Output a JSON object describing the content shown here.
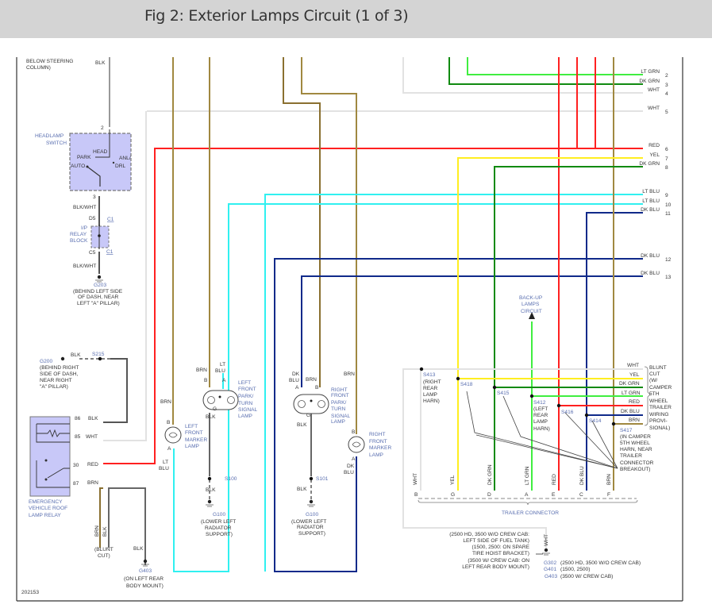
{
  "header": {
    "title": "Fig 2: Exterior Lamps Circuit (1 of 3)"
  },
  "diagram_id": "202153",
  "colors": {
    "BLK": "#555555",
    "WHT": "#e0e0e0",
    "RED": "#ff2020",
    "BRN": "#a08840",
    "LT_BLU": "#30f0f0",
    "DK_BLU": "#102a8a",
    "LT_GRN": "#40ee40",
    "DK_GRN": "#108a10",
    "YEL": "#ffee20",
    "component_fill": "#c8c8f8",
    "label_blue": "#5a6fb0"
  },
  "components": {
    "below_steering": {
      "label1": "BELOW STEERING",
      "label2": "COLUMN)",
      "wire": "BLK"
    },
    "headlamp_switch": {
      "label1": "HEADLAMP",
      "label2": "SWITCH",
      "pin_top": "2",
      "pin_bottom": "3",
      "positions": {
        "head": "HEAD",
        "park": "PARK",
        "auto": "AUTO",
        "anl": "ANL/",
        "drl": "DRL"
      }
    },
    "ip_relay_block": {
      "label1": "I/P",
      "label2": "RELAY",
      "label3": "BLOCK",
      "pin_top": "D5",
      "pin_bottom": "C5",
      "conn_top": "C1",
      "conn_bottom": "C1",
      "wire_top": "BLK/WHT",
      "wire_bottom": "BLK/WHT"
    },
    "g203": {
      "id": "G203",
      "desc1": "(BEHIND LEFT SIDE",
      "desc2": "OF DASH, NEAR",
      "desc3": "LEFT \"A\" PILLAR)"
    },
    "g200": {
      "id": "G200",
      "desc1": "(BEHIND RIGHT",
      "desc2": "SIDE OF DASH,",
      "desc3": "NEAR RIGHT",
      "desc4": "\"A\" PILLAR)",
      "wire": "BLK",
      "splice": "S215"
    },
    "relay": {
      "label1": "EMERGENCY",
      "label2": "VEHICLE ROOF",
      "label3": "LAMP RELAY",
      "pins": [
        {
          "pin": "86",
          "wire": "BLK"
        },
        {
          "pin": "85",
          "wire": "WHT"
        },
        {
          "pin": "30",
          "wire": "RED"
        },
        {
          "pin": "87",
          "wire": "BRN"
        }
      ]
    },
    "blunt_cut_left": {
      "label1": "(BLUNT",
      "label2": "CUT)",
      "wire1": "BRN",
      "wire2": "BLK"
    },
    "g403_left": {
      "id": "G403",
      "desc1": "(ON LEFT REAR",
      "desc2": "BODY MOUNT)",
      "wire": "BLK"
    },
    "left_marker": {
      "label1": "LEFT",
      "label2": "FRONT",
      "label3": "MARKER",
      "label4": "LAMP",
      "pin_b": "B",
      "pin_a": "A",
      "wire_b": "BRN",
      "wire_a1": "LT",
      "wire_a2": "BLU"
    },
    "left_park": {
      "label1": "LEFT",
      "label2": "FRONT",
      "label3": "PARK/",
      "label4": "TURN",
      "label5": "SIGNAL",
      "label6": "LAMP",
      "pin_b": "B",
      "pin_a": "A",
      "pin_g": "G",
      "wire_b": "BRN",
      "wire_a1": "LT",
      "wire_a2": "BLU",
      "wire_g": "BLK",
      "splice": "S100",
      "wire_s": "BLK"
    },
    "g100_left": {
      "id": "G100",
      "desc1": "(LOWER LEFT",
      "desc2": "RADIATOR",
      "desc3": "SUPPORT)"
    },
    "right_park": {
      "label1": "RIGHT",
      "label2": "FRONT",
      "label3": "PARK/",
      "label4": "TURN",
      "label5": "SIGNAL",
      "label6": "LAMP",
      "pin_b": "B",
      "pin_a": "A",
      "pin_g": "G",
      "wire_b": "BRN",
      "wire_a1": "DK",
      "wire_a2": "BLU",
      "wire_g": "BLK",
      "splice": "S101",
      "wire_s": "BLK"
    },
    "g100_right": {
      "id": "G100",
      "desc1": "(LOWER LEFT",
      "desc2": "RADIATOR",
      "desc3": "SUPPORT)"
    },
    "right_marker": {
      "label1": "RIGHT",
      "label2": "FRONT",
      "label3": "MARKER",
      "label4": "LAMP",
      "pin_b": "B",
      "pin_a": "A",
      "wire_b": "BRN",
      "wire_a1": "DK",
      "wire_a2": "BLU"
    },
    "backup": {
      "label1": "BACK-UP",
      "label2": "LAMPS",
      "label3": "CIRCUIT"
    },
    "splices": {
      "s413": {
        "id": "S413",
        "d1": "(RIGHT",
        "d2": "REAR",
        "d3": "LAMP",
        "d4": "HARN)"
      },
      "s418": "S418",
      "s415": "S415",
      "s412": {
        "id": "S412",
        "d1": "(LEFT",
        "d2": "REAR",
        "d3": "LAMP",
        "d4": "HARN)"
      },
      "s416": "S416",
      "s414": "S414",
      "s417": {
        "id": "S417",
        "d1": "(IN CAMPER",
        "d2": "5TH WHEEL",
        "d3": "HARN, NEAR",
        "d4": "TRAILER",
        "d5": "CONNECTOR",
        "d6": "BREAKOUT)"
      }
    },
    "blunt_cut_right": {
      "l1": "BLUNT",
      "l2": "CUT",
      "l3": "(W/",
      "l4": "CAMPER",
      "l5": "5TH",
      "l6": "WHEEL",
      "l7": "TRAILER",
      "l8": "WIRING",
      "l9": "PROVI-",
      "l10": "SIONAL)",
      "wires": [
        "WHT",
        "YEL",
        "DK GRN",
        "LT GRN",
        "RED",
        "DK BLU",
        "BRN"
      ]
    },
    "trailer_connector": {
      "label": "TRAILER CONNECTOR",
      "pins": [
        {
          "pin": "B",
          "wire": "WHT"
        },
        {
          "pin": "G",
          "wire": "YEL"
        },
        {
          "pin": "D",
          "wire": "DK GRN"
        },
        {
          "pin": "A",
          "wire": "LT GRN"
        },
        {
          "pin": "E",
          "wire": "RED"
        },
        {
          "pin": "C",
          "wire": "DK BLU"
        },
        {
          "pin": "F",
          "wire": "BRN"
        }
      ]
    },
    "ground_right": {
      "wire": "WHT",
      "desc": [
        "(2500 HD, 3500 W/O CREW CAB:",
        "LEFT SIDE OF FUEL TANK)",
        "(1500, 2500: ON SPARE",
        "TIRE HOIST BRACKET)",
        "(3500 W/ CREW CAB: ON",
        "LEFT REAR BODY MOUNT)"
      ],
      "grounds": [
        {
          "id": "G302",
          "desc": "(2500 HD, 3500 W/O CREW CAB)"
        },
        {
          "id": "G401",
          "desc": "(1500, 2500)"
        },
        {
          "id": "G403",
          "desc": "(3500 W/ CREW CAB)"
        }
      ]
    }
  },
  "continuation_wires": [
    {
      "num": "2",
      "wire": "LT GRN"
    },
    {
      "num": "3",
      "wire": "DK GRN"
    },
    {
      "num": "4",
      "wire": "WHT"
    },
    {
      "num": "5",
      "wire": "WHT"
    },
    {
      "num": "6",
      "wire": "RED"
    },
    {
      "num": "7",
      "wire": "YEL"
    },
    {
      "num": "8",
      "wire": "DK GRN"
    },
    {
      "num": "9",
      "wire": "LT BLU"
    },
    {
      "num": "10",
      "wire": "LT BLU"
    },
    {
      "num": "11",
      "wire": "DK BLU"
    },
    {
      "num": "12",
      "wire": "DK BLU"
    },
    {
      "num": "13",
      "wire": "DK BLU"
    }
  ]
}
